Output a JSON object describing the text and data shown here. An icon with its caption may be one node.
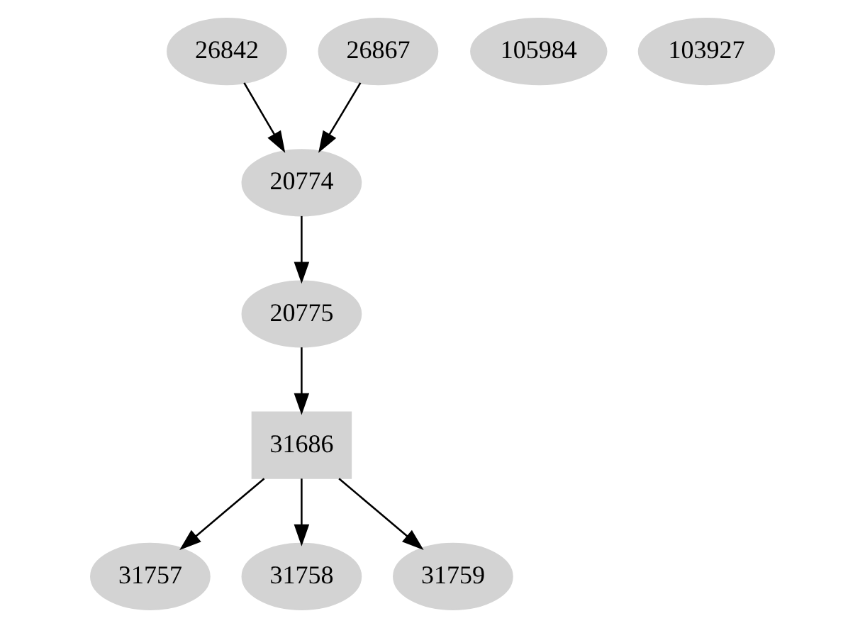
{
  "diagram": {
    "nodes": [
      {
        "text": [
          "26842"
        ]
      },
      {
        "text": [
          "26867"
        ]
      },
      {
        "text": [
          "105984"
        ]
      },
      {
        "text": [
          "103927"
        ]
      },
      {
        "text": [
          "20774"
        ]
      },
      {
        "text": [
          "20775"
        ]
      },
      {
        "text": [
          "31686"
        ]
      },
      {
        "text": [
          "31757"
        ]
      },
      {
        "text": [
          "31758"
        ]
      },
      {
        "text": [
          "31759"
        ]
      }
    ],
    "edges": [
      {
        "from": 0,
        "to": 4,
        "arrow": "to"
      },
      {
        "from": 1,
        "to": 4,
        "arrow": "to"
      },
      {
        "from": 4,
        "to": 5,
        "arrow": "to"
      },
      {
        "from": 5,
        "to": 6,
        "arrow": "to"
      },
      {
        "from": 6,
        "to": 7,
        "arrow": "to"
      },
      {
        "from": 6,
        "to": 8,
        "arrow": "to"
      },
      {
        "from": 6,
        "to": 9,
        "arrow": "to"
      }
    ]
  }
}
